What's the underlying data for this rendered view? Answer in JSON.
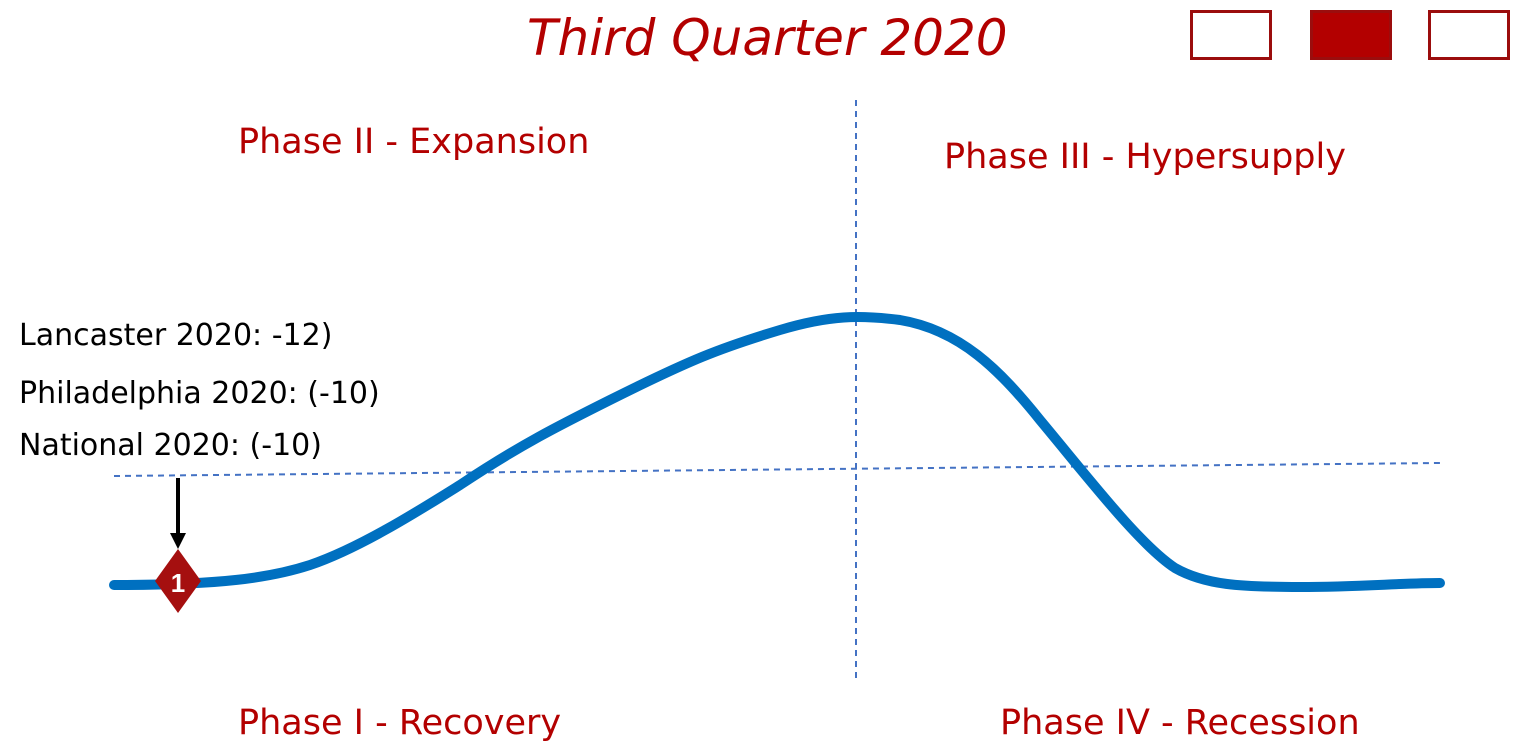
{
  "title": "Third Quarter 2020",
  "quarter_indicators": [
    {
      "active": false
    },
    {
      "active": true
    },
    {
      "active": false
    }
  ],
  "phases": {
    "expansion": "Phase II - Expansion",
    "hypersupply": "Phase III - Hypersupply",
    "recovery": "Phase I - Recovery",
    "recession": "Phase IV - Recession"
  },
  "markets": {
    "lancaster": "Lancaster 2020: -12)",
    "philadelphia": "Philadelphia 2020: (-10)",
    "national": "National 2020: (-10)"
  },
  "marker": {
    "number": "1"
  },
  "colors": {
    "accent": "#b30000",
    "curve": "#0070c0",
    "guide": "#4472c4",
    "marker": "#a50f0f",
    "indicator_border": "#9b0d0d"
  }
}
